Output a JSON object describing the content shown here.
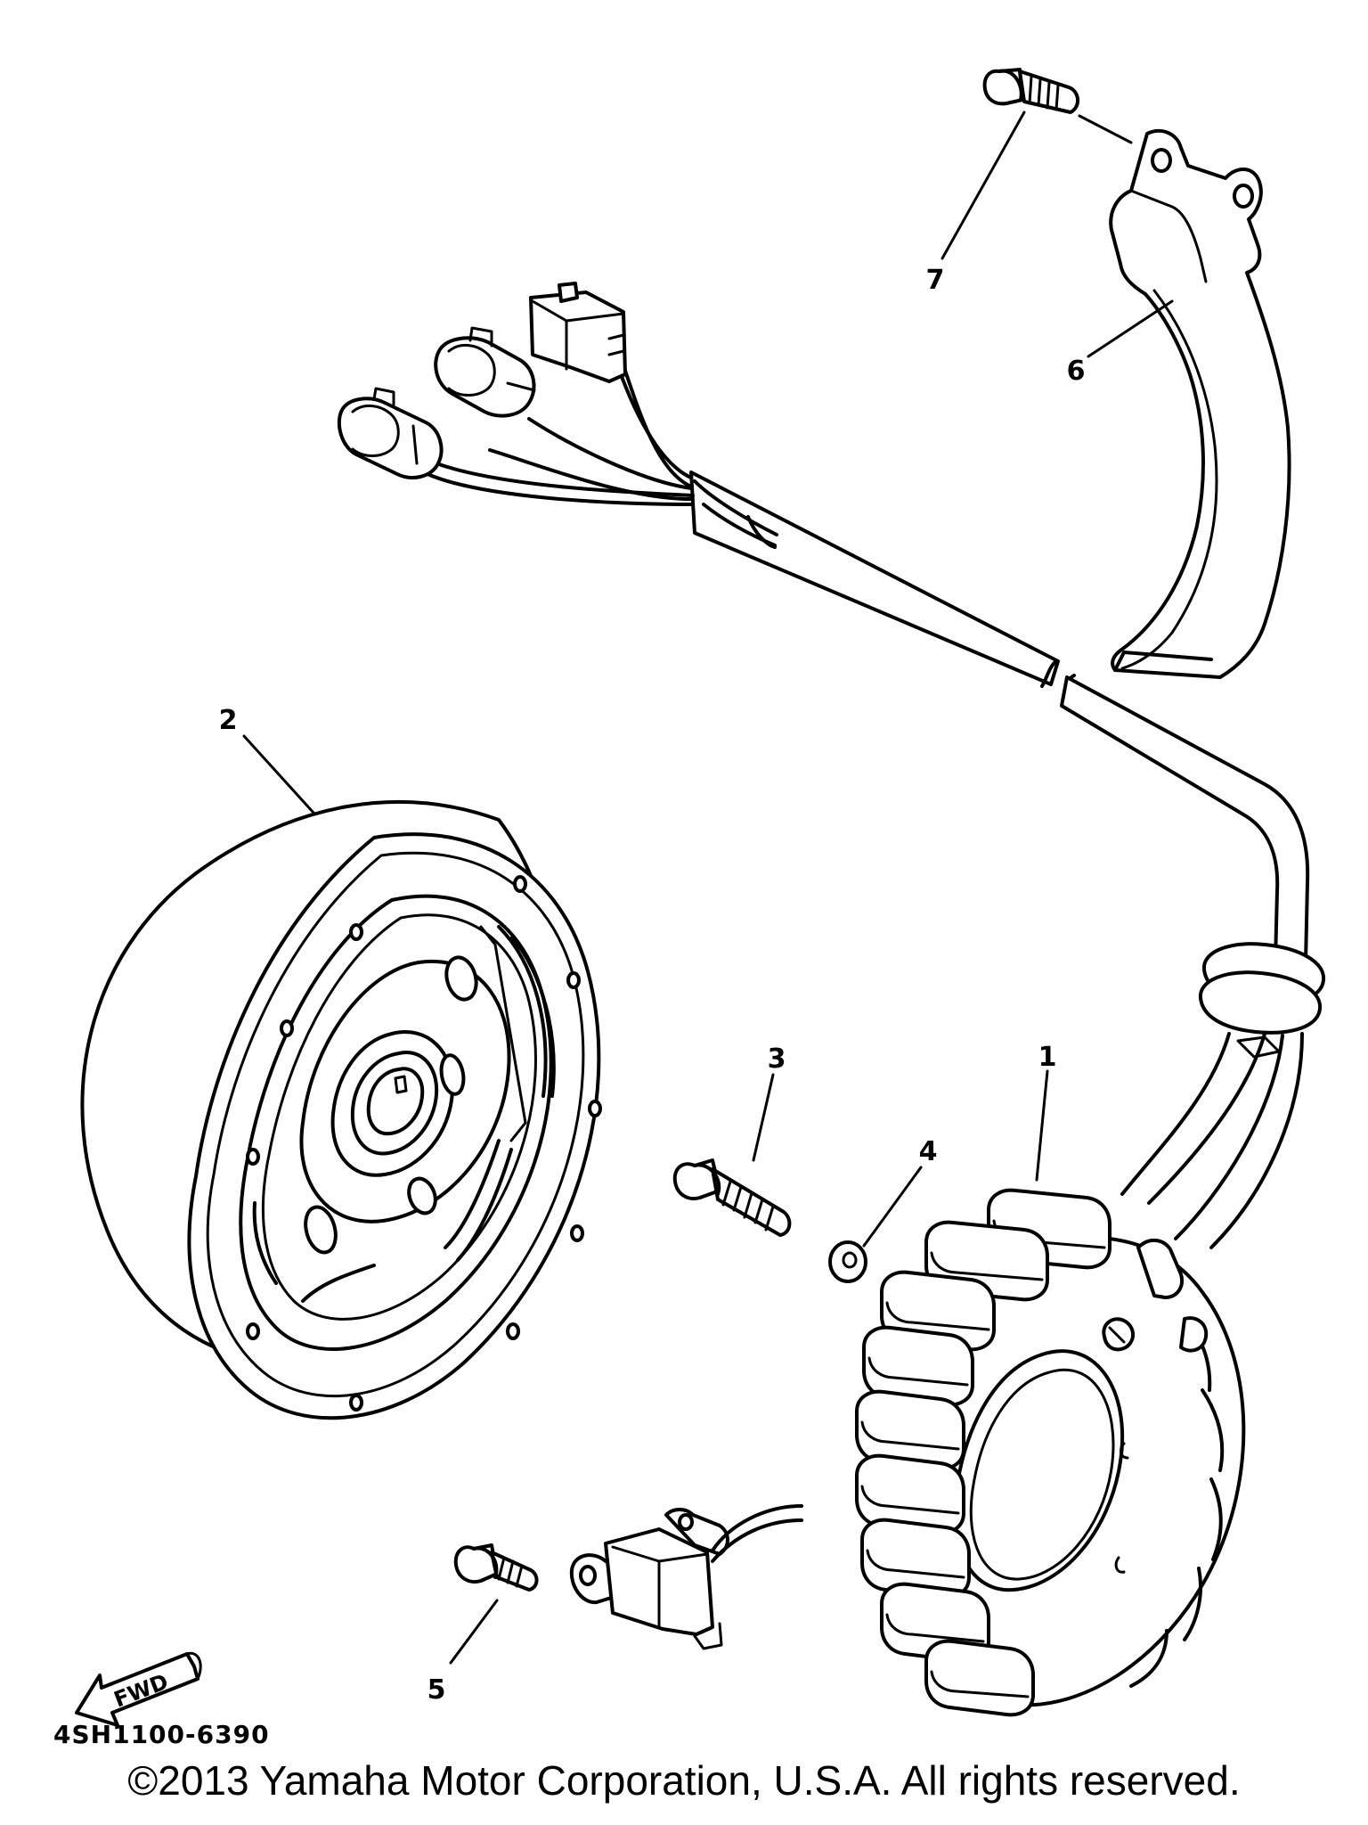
{
  "diagram": {
    "callouts": [
      {
        "id": "1",
        "label": "1"
      },
      {
        "id": "2",
        "label": "2"
      },
      {
        "id": "3",
        "label": "3"
      },
      {
        "id": "4",
        "label": "4"
      },
      {
        "id": "5",
        "label": "5"
      },
      {
        "id": "6",
        "label": "6"
      },
      {
        "id": "7",
        "label": "7"
      }
    ],
    "direction_arrow": "FWD",
    "part_code": "4SH1100-6390"
  },
  "footer": {
    "copyright": "©2013 Yamaha Motor Corporation, U.S.A. All rights reserved."
  },
  "icons": [
    "fwd-arrow-icon"
  ]
}
